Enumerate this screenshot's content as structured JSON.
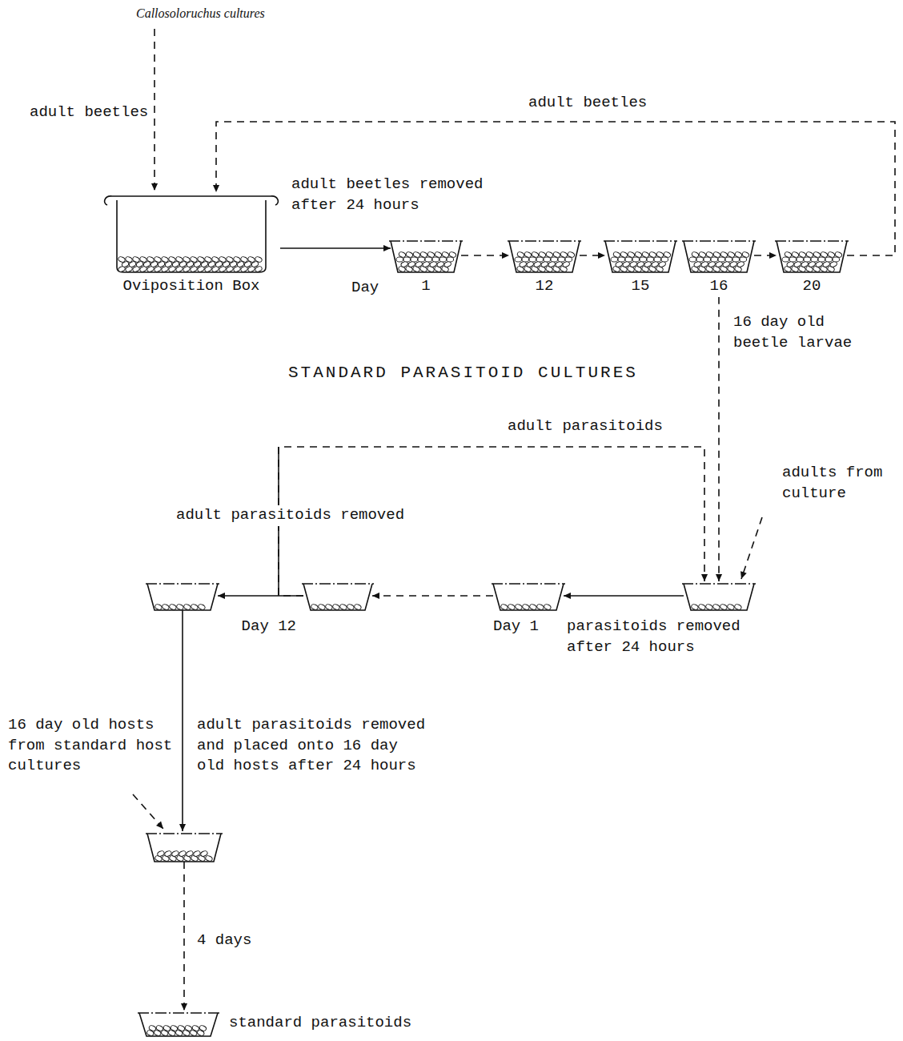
{
  "diagram": {
    "nodes": [
      {
        "text": [
          "Oviposition Box"
        ]
      },
      {
        "text": [
          "1"
        ]
      },
      {
        "text": [
          "12"
        ]
      },
      {
        "text": [
          "15"
        ]
      },
      {
        "text": [
          "16"
        ]
      },
      {
        "text": [
          "20"
        ]
      },
      {
        "text": []
      },
      {
        "text": [
          "Day 12"
        ]
      },
      {
        "text": [
          "Day 1"
        ]
      },
      {
        "text": []
      },
      {
        "text": []
      },
      {
        "text": [
          "standard parasitoids"
        ]
      }
    ],
    "edges": [
      {
        "from": 0,
        "to": 1,
        "arrow": "to",
        "label": "adult beetles removed after 24 hours"
      },
      {
        "from": 1,
        "to": 2,
        "arrow": "to"
      },
      {
        "from": 2,
        "to": 3,
        "arrow": "to"
      },
      {
        "from": 4,
        "to": 5,
        "arrow": "to"
      },
      {
        "from": 5,
        "to": 0,
        "arrow": "to",
        "label": "adult beetles"
      },
      {
        "from": 4,
        "to": 9,
        "arrow": "to",
        "label": "16 day old beetle larvae"
      },
      {
        "from": 9,
        "to": 8,
        "arrow": "to",
        "label": "parasitoids removed after 24 hours"
      },
      {
        "from": 8,
        "to": 7,
        "arrow": "to"
      },
      {
        "from": 7,
        "to": 6,
        "arrow": "to"
      },
      {
        "from": 7,
        "to": 9,
        "arrow": "to",
        "label": "adult parasitoids"
      },
      {
        "from": 6,
        "to": 10,
        "arrow": "to",
        "label": "adult parasitoids removed and placed onto 16 day old hosts after 24 hours"
      },
      {
        "from": 10,
        "to": 11,
        "arrow": "to",
        "label": "4 days"
      }
    ],
    "labels": [
      "Callosoloruchus cultures",
      "adult beetles",
      "Day",
      "STANDARD PARASITOID CULTURES",
      "adults from culture",
      "adult parasitoids removed",
      "16 day old hosts from standard host cultures"
    ]
  }
}
